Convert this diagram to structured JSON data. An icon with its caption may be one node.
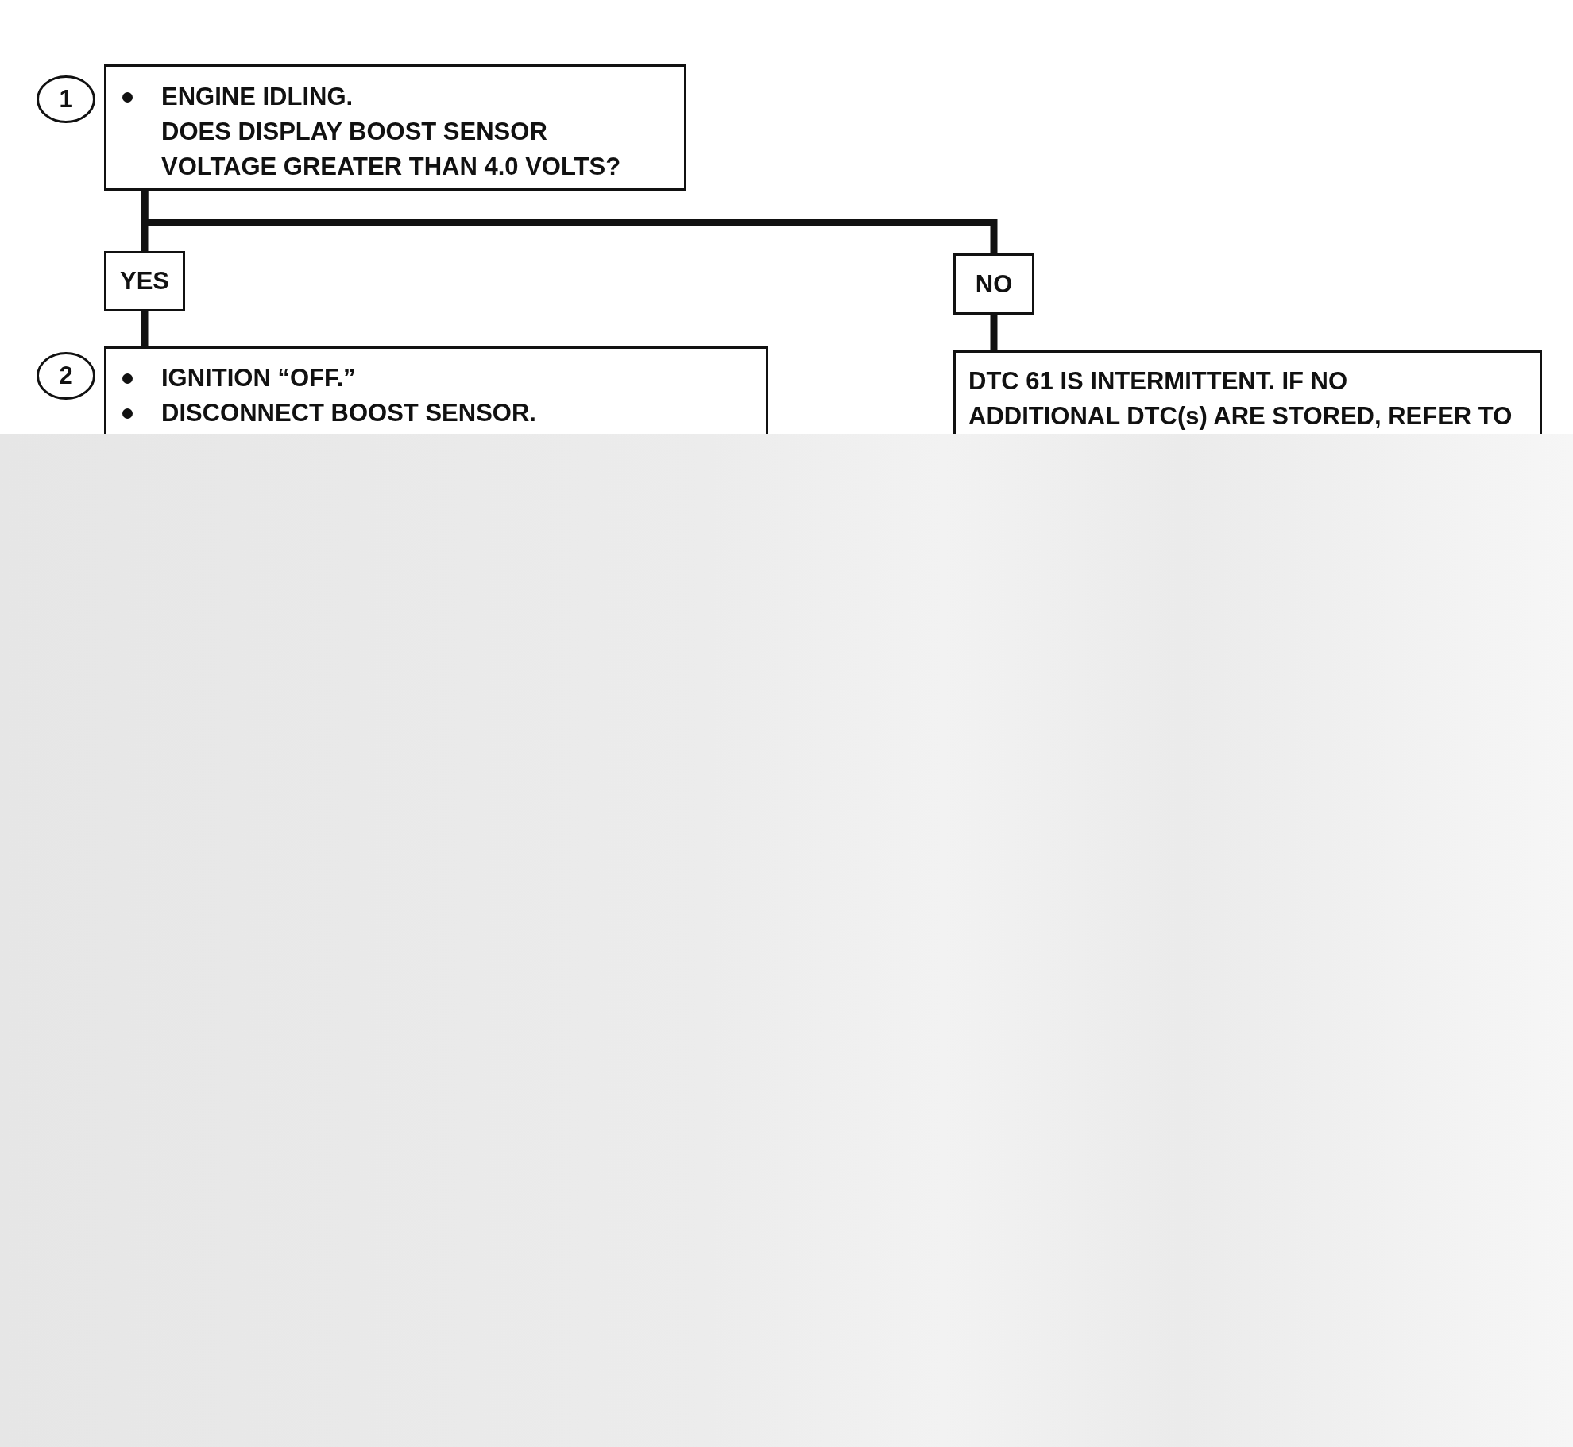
{
  "diagram": {
    "nodes": [
      {
        "text": [
          "1"
        ]
      },
      {
        "text": [
          "ENGINE IDLING.",
          "DOES DISPLAY BOOST SENSOR VOLTAGE GREATER THAN 4.0 VOLTS?"
        ]
      },
      {
        "text": [
          "YES"
        ]
      },
      {
        "text": [
          "NO"
        ]
      },
      {
        "text": [
          "2"
        ]
      },
      {
        "text": [
          "IGNITION “OFF.”",
          "DISCONNECT BOOST SENSOR."
        ]
      },
      {
        "text": [
          "DTC 61 IS INTERMITTENT. IF NO ADDITIONAL DTC(s) ARE STORED, REFER TO"
        ]
      }
    ],
    "edges": [
      {
        "from": 1,
        "to": 2,
        "arrow": "none"
      },
      {
        "from": 1,
        "to": 3,
        "arrow": "none"
      },
      {
        "from": 2,
        "to": 5,
        "arrow": "none"
      },
      {
        "from": 3,
        "to": 6,
        "arrow": "none"
      }
    ]
  }
}
